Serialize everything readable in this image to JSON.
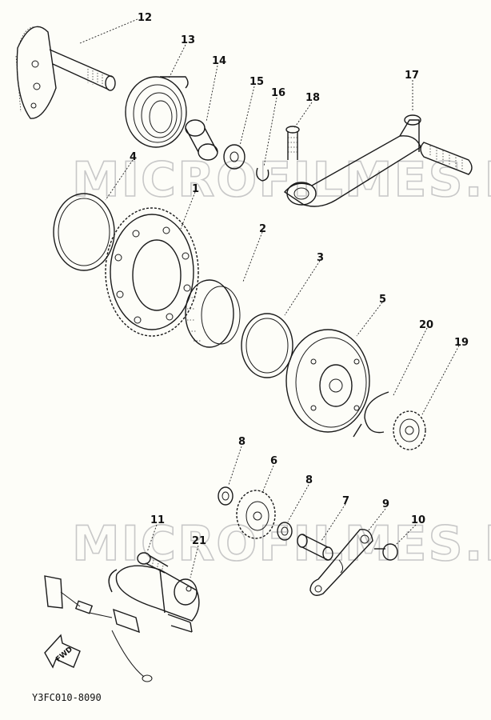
{
  "watermarks": [
    "MICROFILMES.NET",
    "MICROFILMES.NET"
  ],
  "drawing_code": "Y3FC010-8090",
  "direction_label": "FWD",
  "parts": [
    {
      "id": "p1",
      "label": "1"
    },
    {
      "id": "p2",
      "label": "2"
    },
    {
      "id": "p3",
      "label": "3"
    },
    {
      "id": "p4",
      "label": "4"
    },
    {
      "id": "p5",
      "label": "5"
    },
    {
      "id": "p6",
      "label": "6"
    },
    {
      "id": "p7",
      "label": "7"
    },
    {
      "id": "p8a",
      "label": "8"
    },
    {
      "id": "p8b",
      "label": "8"
    },
    {
      "id": "p9",
      "label": "9"
    },
    {
      "id": "p10",
      "label": "10"
    },
    {
      "id": "p11",
      "label": "11"
    },
    {
      "id": "p12",
      "label": "12"
    },
    {
      "id": "p13",
      "label": "13"
    },
    {
      "id": "p14",
      "label": "14"
    },
    {
      "id": "p15",
      "label": "15"
    },
    {
      "id": "p16",
      "label": "16"
    },
    {
      "id": "p17",
      "label": "17"
    },
    {
      "id": "p18",
      "label": "18"
    },
    {
      "id": "p19",
      "label": "19"
    },
    {
      "id": "p20",
      "label": "20"
    },
    {
      "id": "p21",
      "label": "21"
    }
  ]
}
